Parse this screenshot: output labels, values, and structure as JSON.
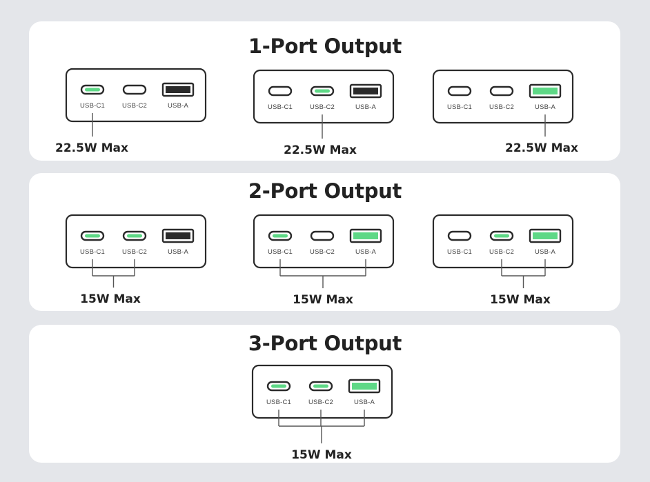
{
  "colors": {
    "background": "#e4e6ea",
    "panel": "#ffffff",
    "outline": "#2a2a2a",
    "active_port": "#5ed886"
  },
  "port_labels": [
    "USB-C1",
    "USB-C2",
    "USB-A"
  ],
  "sections": [
    {
      "title": "1-Port Output",
      "configs": [
        {
          "active": [
            "USB-C1"
          ],
          "max_label": "22.5W Max"
        },
        {
          "active": [
            "USB-C2"
          ],
          "max_label": "22.5W Max"
        },
        {
          "active": [
            "USB-A"
          ],
          "max_label": "22.5W Max"
        }
      ]
    },
    {
      "title": "2-Port Output",
      "configs": [
        {
          "active": [
            "USB-C1",
            "USB-C2"
          ],
          "max_label": "15W Max"
        },
        {
          "active": [
            "USB-C1",
            "USB-A"
          ],
          "max_label": "15W Max"
        },
        {
          "active": [
            "USB-C2",
            "USB-A"
          ],
          "max_label": "15W Max"
        }
      ]
    },
    {
      "title": "3-Port Output",
      "configs": [
        {
          "active": [
            "USB-C1",
            "USB-C2",
            "USB-A"
          ],
          "max_label": "15W Max"
        }
      ]
    }
  ]
}
